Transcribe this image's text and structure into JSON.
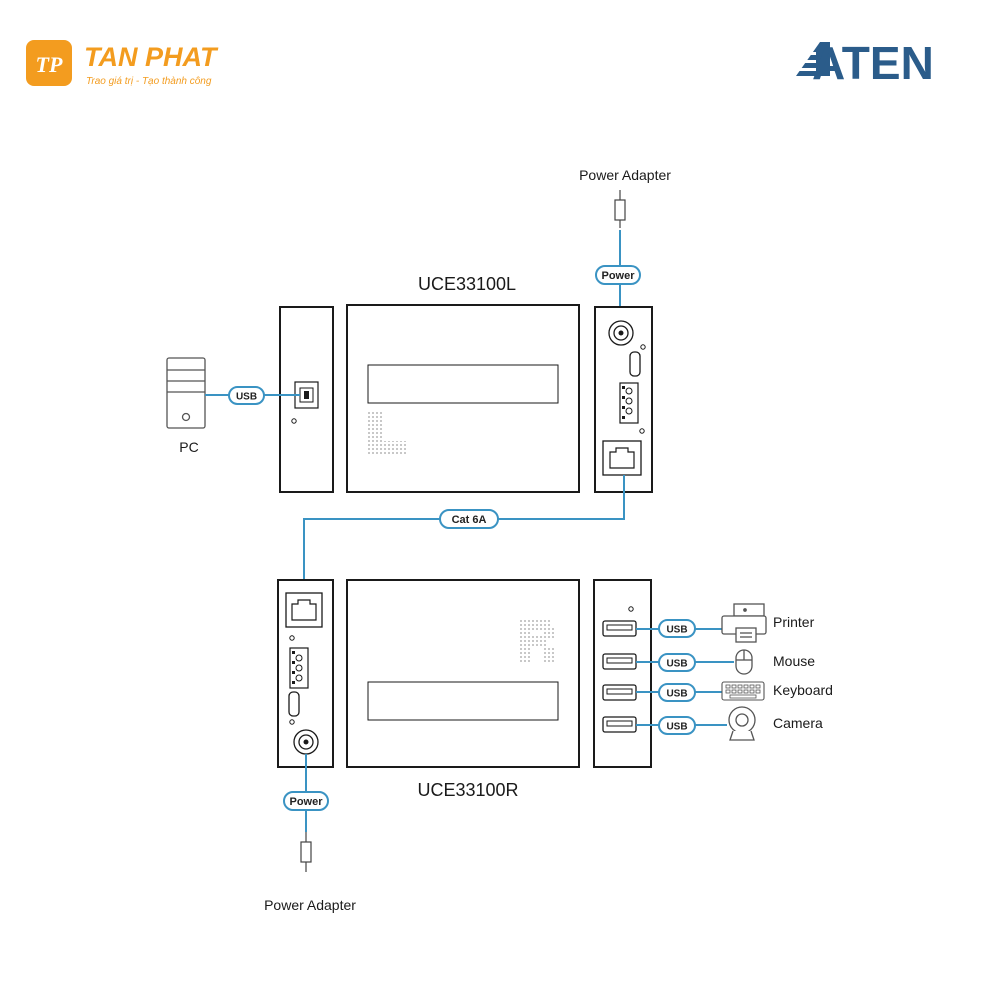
{
  "brand_left": {
    "name": "TAN PHAT",
    "tagline": "Trao giá trị - Tạo thành công"
  },
  "brand_right": {
    "name": "ATEN"
  },
  "colors": {
    "cable": "#3a93c3",
    "outline": "#1a1a1a",
    "brand_orange": "#f39c1f"
  },
  "units": {
    "local": {
      "model": "UCE33100L",
      "letter": "L"
    },
    "remote": {
      "model": "UCE33100R",
      "letter": "R"
    }
  },
  "labels": {
    "power_adapter_top": "Power Adapter",
    "power_adapter_bottom": "Power Adapter",
    "pc": "PC",
    "printer": "Printer",
    "mouse": "Mouse",
    "keyboard": "Keyboard",
    "camera": "Camera"
  },
  "tags": {
    "usb_pc": "USB",
    "power_top": "Power",
    "power_bottom": "Power",
    "cat6a": "Cat 6A",
    "usb_printer": "USB",
    "usb_mouse": "USB",
    "usb_keyboard": "USB",
    "usb_camera": "USB"
  }
}
